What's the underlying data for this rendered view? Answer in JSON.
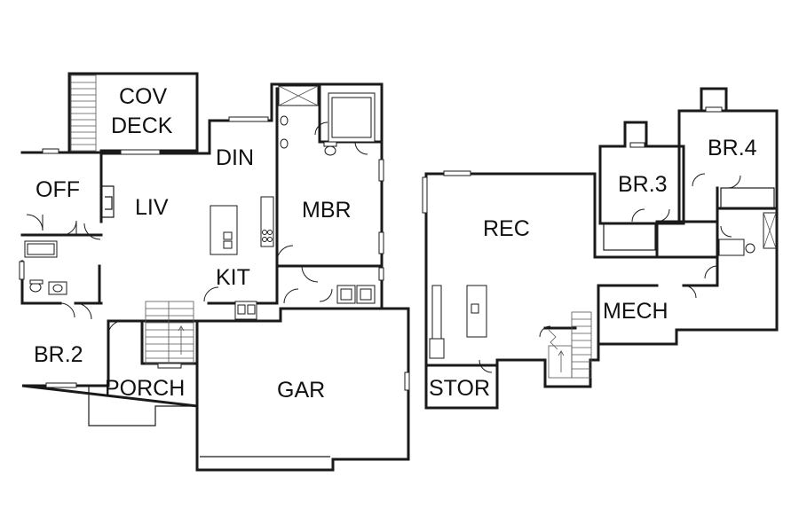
{
  "main_level": {
    "rooms": {
      "cov_deck_line1": "COV",
      "cov_deck_line2": "DECK",
      "din": "DIN",
      "off": "OFF",
      "liv": "LIV",
      "mbr": "MBR",
      "kit": "KIT",
      "br2": "BR.2",
      "porch": "PORCH",
      "gar": "GAR"
    }
  },
  "lower_level": {
    "rooms": {
      "rec": "REC",
      "br3": "BR.3",
      "br4": "BR.4",
      "mech": "MECH",
      "stor": "STOR"
    }
  }
}
